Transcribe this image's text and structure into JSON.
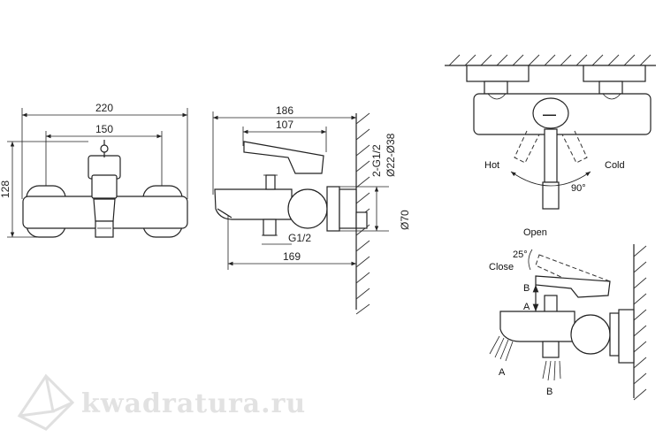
{
  "front_view": {
    "dim_width": "220",
    "dim_centers": "150",
    "dim_height": "128"
  },
  "side_view": {
    "dim_depth": "186",
    "dim_handle": "107",
    "dim_outlet": "169",
    "dim_outlet_thread": "G1/2",
    "dim_inlet_thread": "2-G1/2",
    "dim_flange_range": "Ø22-Ø38",
    "dim_flange_dia": "Ø70"
  },
  "top_view": {
    "label_hot": "Hot",
    "label_cold": "Cold",
    "label_angle": "90°"
  },
  "handle_view": {
    "label_open": "Open",
    "label_close": "Close",
    "label_angle": "25°",
    "label_b_top": "B",
    "label_a_mid": "A",
    "label_a_spout": "A",
    "label_b_shower": "B"
  },
  "watermark": "kwadratura.ru"
}
